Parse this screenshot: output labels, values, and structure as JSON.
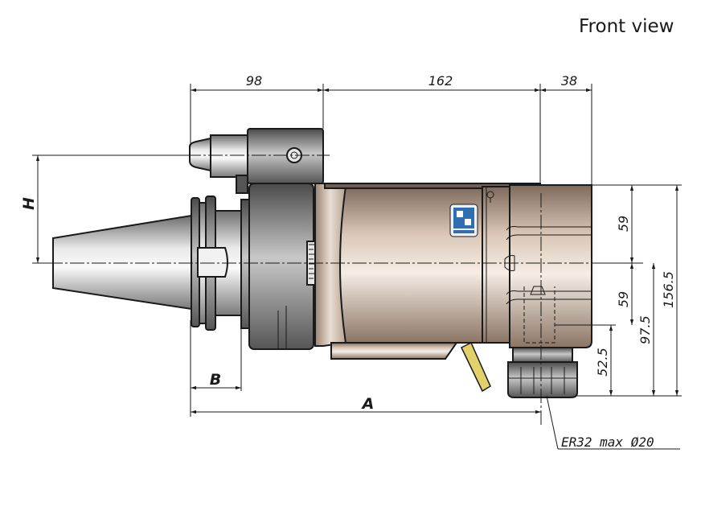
{
  "view_title": "Front view",
  "dimensions": {
    "top_left": "98",
    "top_middle": "162",
    "top_right": "38",
    "right_59_upper": "59",
    "right_59_lower": "59",
    "right_156_5": "156.5",
    "right_97_5": "97.5",
    "right_52_5": "52.5",
    "H": "H",
    "A": "A",
    "B": "B"
  },
  "collet_note": "ER32 max Ø20",
  "colors": {
    "housing": "#d5c2b2",
    "steel": "#c9c9c9",
    "dark_steel": "#8f8f8f",
    "logo": "#2f6fb1",
    "lever": "#e2d06a"
  }
}
